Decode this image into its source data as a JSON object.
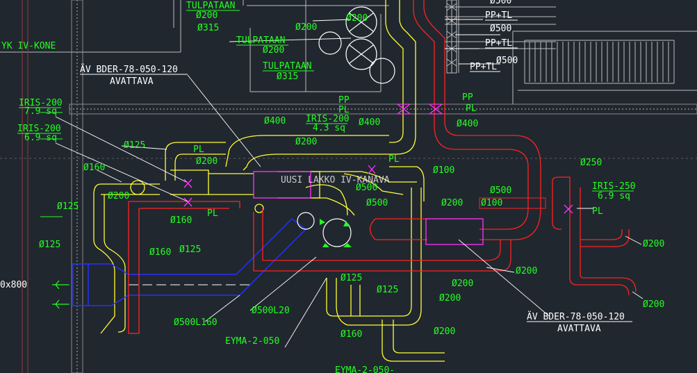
{
  "colors": {
    "background": "#21272f",
    "supply_duct": "#ffff33",
    "exhaust_duct": "#ff2222",
    "large_duct": "#2233ff",
    "label_green": "#22ff22",
    "label_white": "#ffffff",
    "damper": "#ff33ff",
    "wall": "#8a8a8a"
  },
  "labels": {
    "tulpataan": "TULPATAAN",
    "d200": "Ø200",
    "d315": "Ø315",
    "d400": "Ø400",
    "d500": "Ø500",
    "d125": "Ø125",
    "d160": "Ø160",
    "d100": "Ø100",
    "d250": "Ø250",
    "pp_tl": "PP+TL",
    "yk_iv_kone": "YK IV-KONE",
    "av_bder": "ÄV BDER-78-050-120",
    "avattava": "AVATTAVA",
    "iris200": "IRIS-200",
    "iris250": "IRIS-250",
    "area79": "7.9 sq",
    "area69": "6.9 sq",
    "area43": "4.3 sq",
    "pl": "PL",
    "pp": "PP",
    "uusi_lakko": "UUSI LAKKO IV-KANAVA",
    "d500l160": "Ø500L160",
    "d500l20": "Ø500L20",
    "eyma": "EYMA-2-050",
    "eyma_cut": "EYMA-2-050-",
    "x800": "0x800"
  }
}
